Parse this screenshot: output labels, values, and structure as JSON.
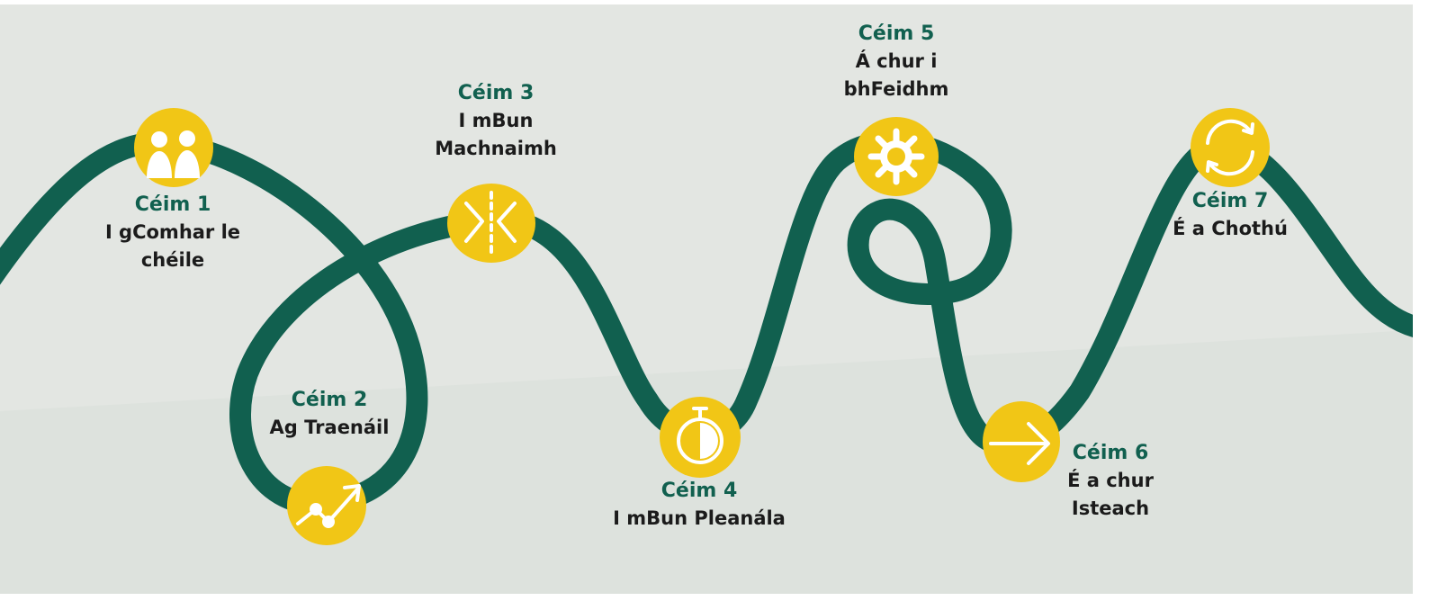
{
  "colors": {
    "background_top": "#e3e6e2",
    "background_bottom": "#dde2dd",
    "path": "#11604f",
    "badge": "#f1c616",
    "step_number": "#11604f",
    "step_name": "#1b1b1b"
  },
  "steps": [
    {
      "number": "Céim 1",
      "name_lines": [
        "I gComhar le",
        "chéile"
      ],
      "icon": "people-icon"
    },
    {
      "number": "Céim 2",
      "name_lines": [
        "Ag Traenáil"
      ],
      "icon": "growth-chart-icon"
    },
    {
      "number": "Céim 3",
      "name_lines": [
        "I mBun",
        "Machnaimh"
      ],
      "icon": "reflection-icon"
    },
    {
      "number": "Céim 4",
      "name_lines": [
        "I mBun Pleanála"
      ],
      "icon": "stopwatch-icon"
    },
    {
      "number": "Céim 5",
      "name_lines": [
        "Á chur i",
        "bhFeidhm"
      ],
      "icon": "gear-icon"
    },
    {
      "number": "Céim 6",
      "name_lines": [
        "É a chur",
        "Isteach"
      ],
      "icon": "arrow-right-icon"
    },
    {
      "number": "Céim 7",
      "name_lines": [
        "É a Chothú"
      ],
      "icon": "cycle-icon"
    }
  ]
}
